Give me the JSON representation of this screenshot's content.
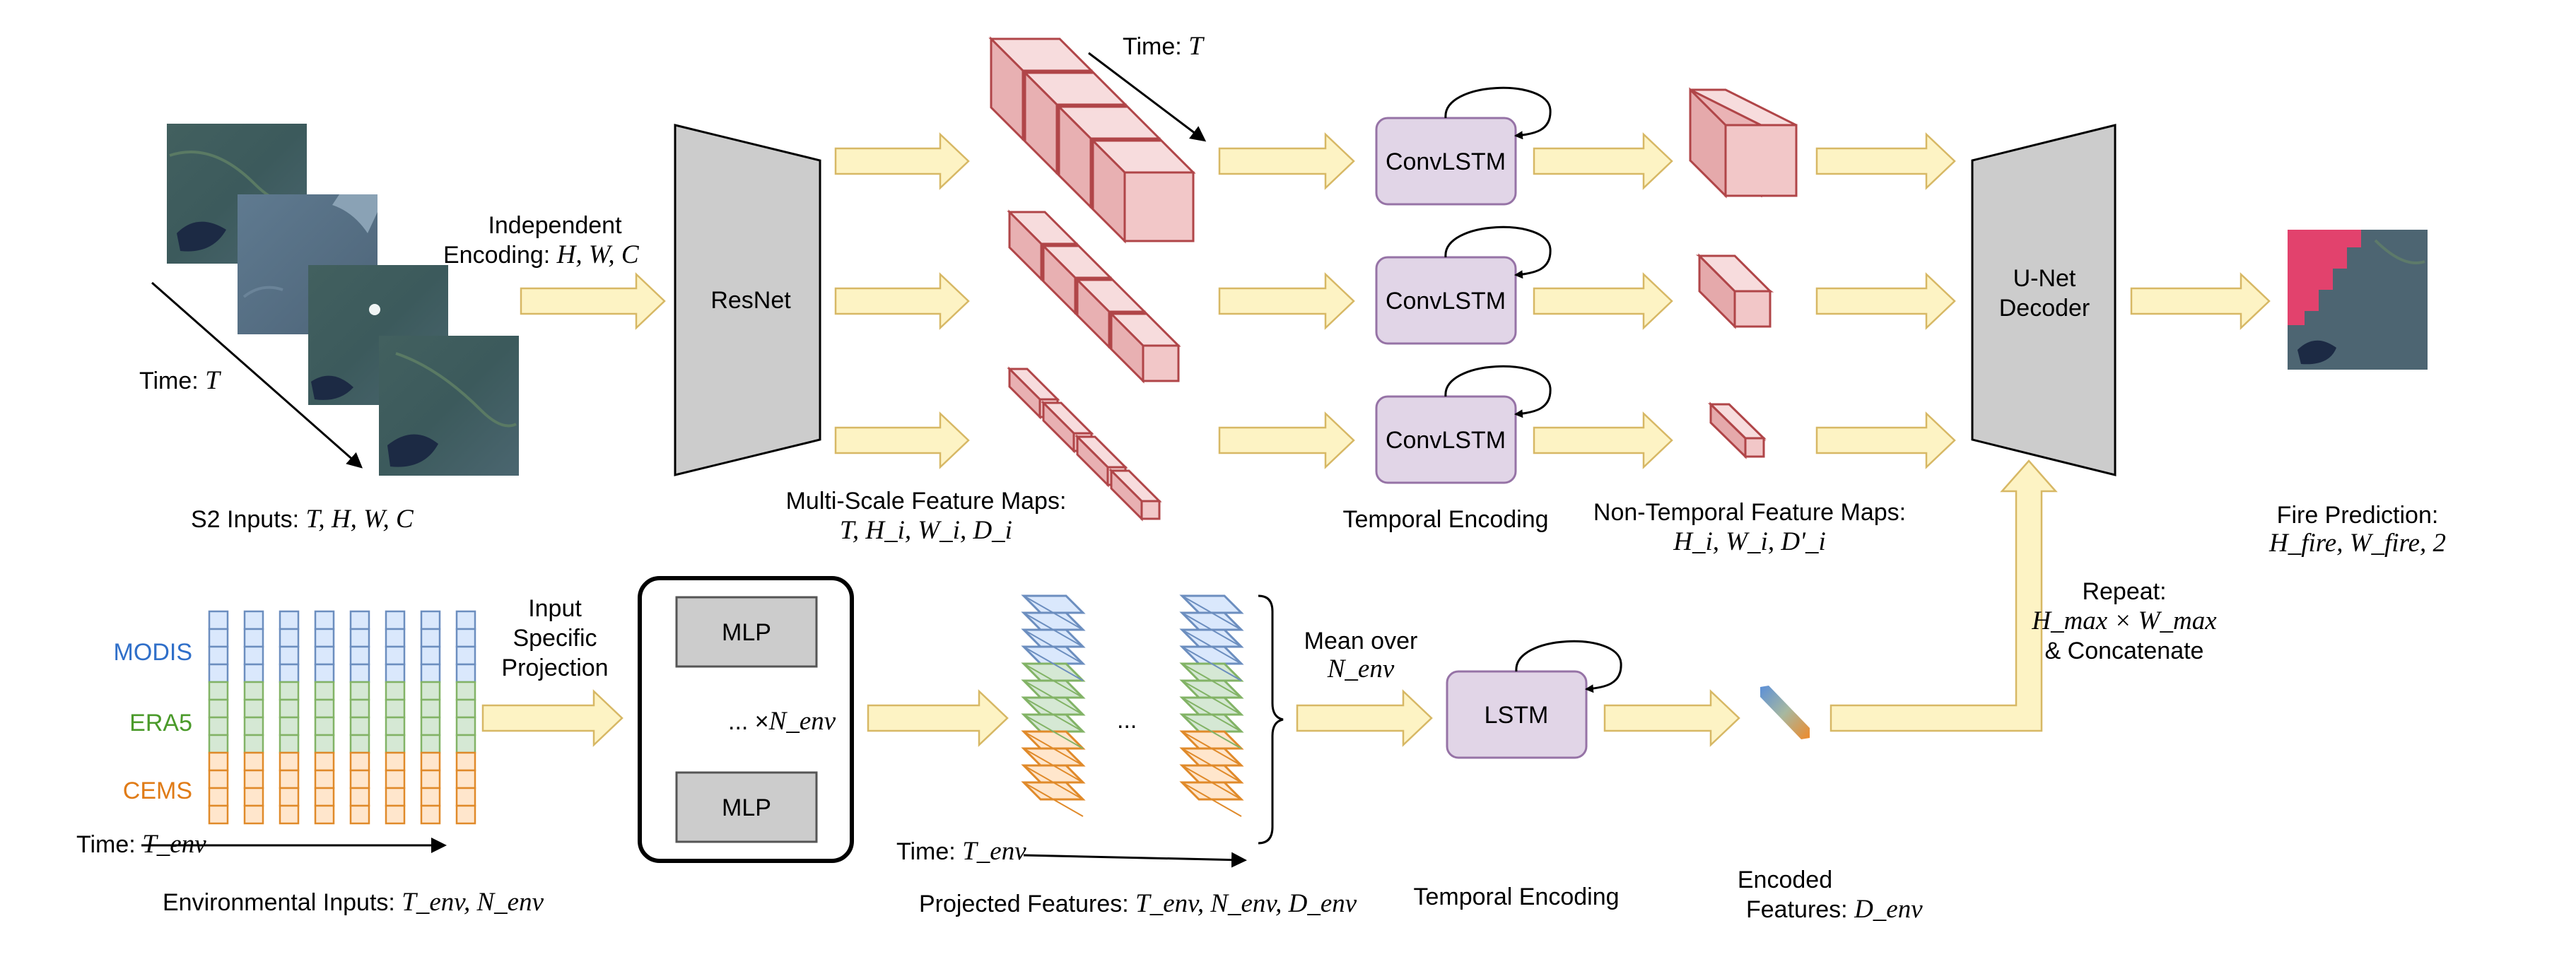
{
  "labels": {
    "s2_time": "Time: ",
    "s2_time_var": "T",
    "s2_inputs": "S2 Inputs: ",
    "s2_inputs_math": "T, H, W, C",
    "independent": "Independent",
    "encoding": "Encoding: ",
    "encoding_math": "H, W, C",
    "resnet": "ResNet",
    "time_top": "Time: ",
    "time_top_var": "T",
    "multiscale": "Multi-Scale Feature Maps:",
    "multiscale_math": "T, H_i, W_i, D_i",
    "convlstm": "ConvLSTM",
    "temporal_encoding": "Temporal Encoding",
    "nontemporal": "Non-Temporal Feature Maps:",
    "nontemporal_math": "H_i, W_i, D'_i",
    "unet_1": "U-Net",
    "unet_2": "Decoder",
    "fire_prediction": "Fire Prediction:",
    "fire_math": "H_fire, W_fire, 2",
    "modis": "MODIS",
    "era5": "ERA5",
    "cems": "CEMS",
    "env_time": "Time: ",
    "env_time_var": "T_env",
    "env_inputs": "Environmental Inputs: ",
    "env_inputs_math": "T_env, N_env",
    "input_1": "Input",
    "input_2": "Specific",
    "input_3": "Projection",
    "mlp": "MLP",
    "mlp_dots": "... ×",
    "mlp_n": "N_env",
    "proj_dots": "...",
    "proj_time": "Time: ",
    "proj_time_var": "T_env",
    "projected": "Projected Features: ",
    "projected_math": "T_env, N_env, D_env",
    "mean_over": "Mean over",
    "mean_n": "N_env",
    "lstm": "LSTM",
    "temporal_encoding_2": "Temporal Encoding",
    "encoded_1": "Encoded",
    "encoded_2": "Features: ",
    "encoded_math": "D_env",
    "repeat": "Repeat:",
    "repeat_math": "H_max × W_max",
    "concat": "& Concatenate"
  },
  "colors": {
    "arrow_fill": "#fdf3c4",
    "arrow_stroke": "#d7b865",
    "feature_fill": "#f2c7c8",
    "feature_stroke": "#b04548",
    "lstm_fill": "#e1d5e7",
    "lstm_stroke": "#9673a6",
    "encoder_fill": "#cccccc",
    "modis_cell": "#dae8fc",
    "modis_stroke": "#6c8ebf",
    "era5_cell": "#d5e8d4",
    "era5_stroke": "#82b366",
    "cems_cell": "#ffe6cc",
    "cems_stroke": "#e08a2a",
    "fire_overlay": "#e2426d"
  }
}
